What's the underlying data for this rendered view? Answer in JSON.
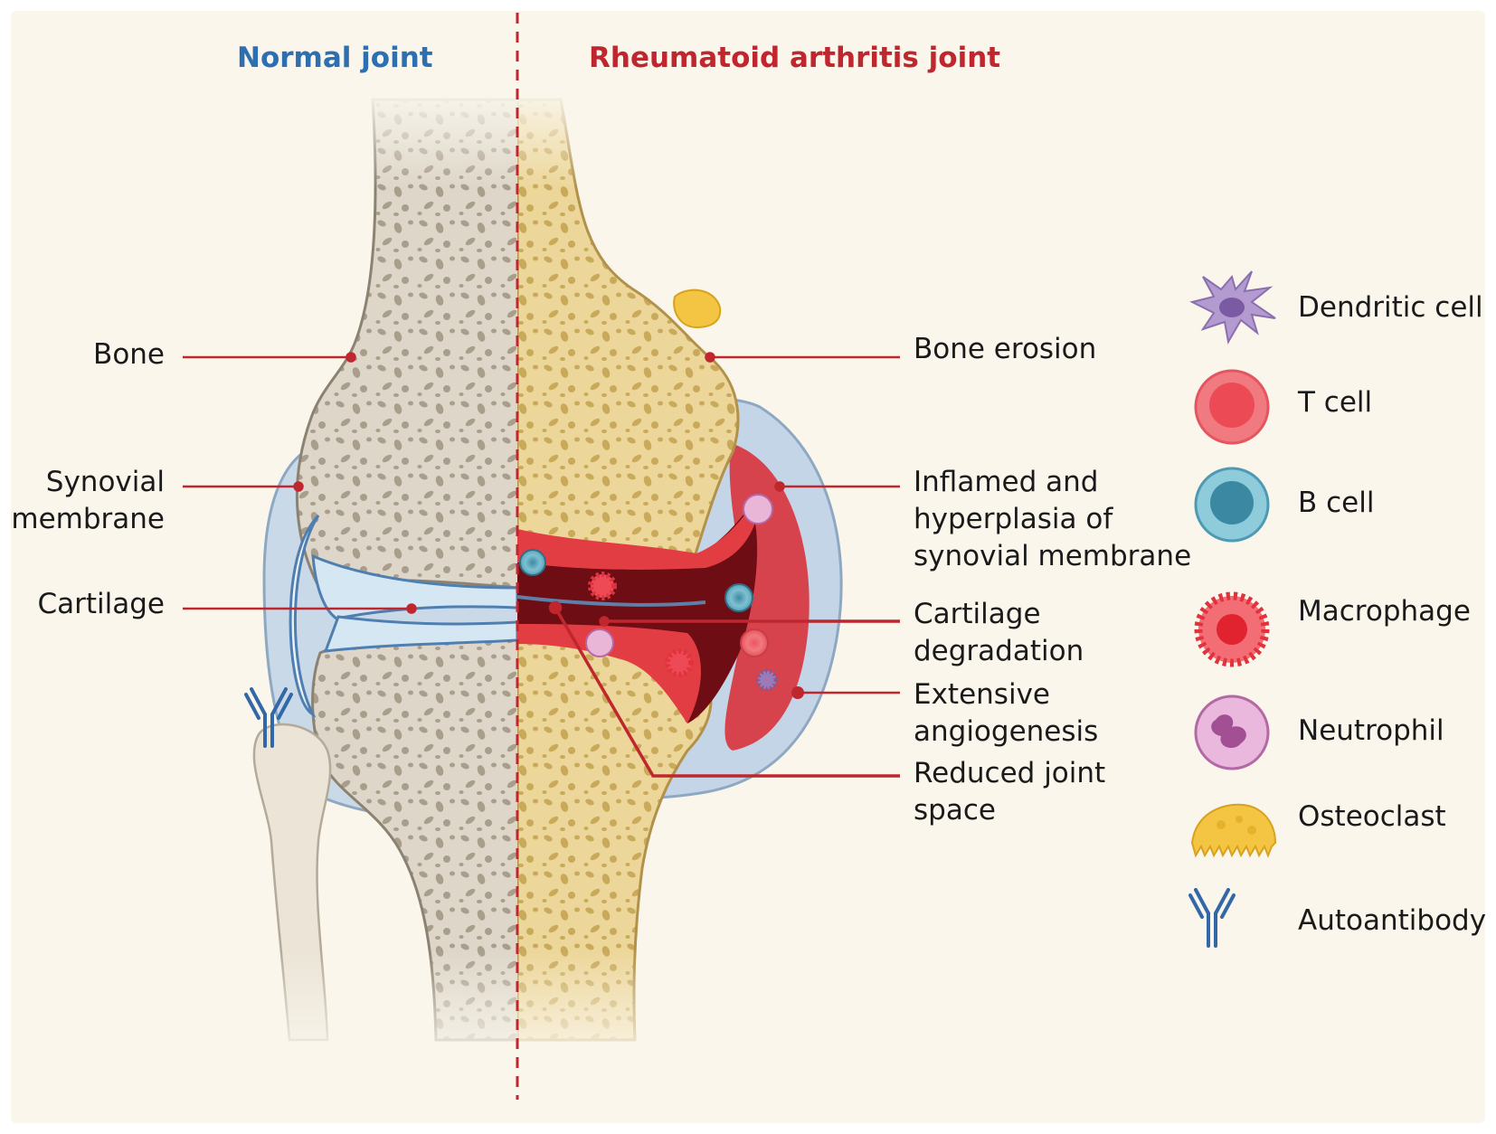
{
  "colors": {
    "background": "#faf6ec",
    "normal_title": "#2e6fb0",
    "ra_title": "#c0262d",
    "leader_line": "#c0262d",
    "normal_bone": "#ddd6c9",
    "ra_bone": "#ecd699",
    "synovial_capsule": "#b9cfe3",
    "inflamed_synovium": "#d9333b",
    "autoantibody": "#3267a8"
  },
  "titles": {
    "normal": "Normal joint",
    "ra": "Rheumatoid arthritis joint"
  },
  "left_labels": {
    "bone": "Bone",
    "synovial": "Synovial\nmembrane",
    "cartilage": "Cartilage"
  },
  "right_labels": {
    "bone_erosion": "Bone erosion",
    "inflamed": "Inflamed and\nhyperplasia of\nsynovial membrane",
    "cartilage_degradation": "Cartilage\ndegradation",
    "angiogenesis": "Extensive\nangiogenesis",
    "reduced_space": "Reduced joint\nspace"
  },
  "legend": [
    {
      "label": "Dendritic cell",
      "icon": "dendritic-cell-icon"
    },
    {
      "label": "T cell",
      "icon": "t-cell-icon"
    },
    {
      "label": "B cell",
      "icon": "b-cell-icon"
    },
    {
      "label": "Macrophage",
      "icon": "macrophage-icon"
    },
    {
      "label": "Neutrophil",
      "icon": "neutrophil-icon"
    },
    {
      "label": "Osteoclast",
      "icon": "osteoclast-icon"
    },
    {
      "label": "Autoantibody",
      "icon": "autoantibody-icon"
    }
  ]
}
